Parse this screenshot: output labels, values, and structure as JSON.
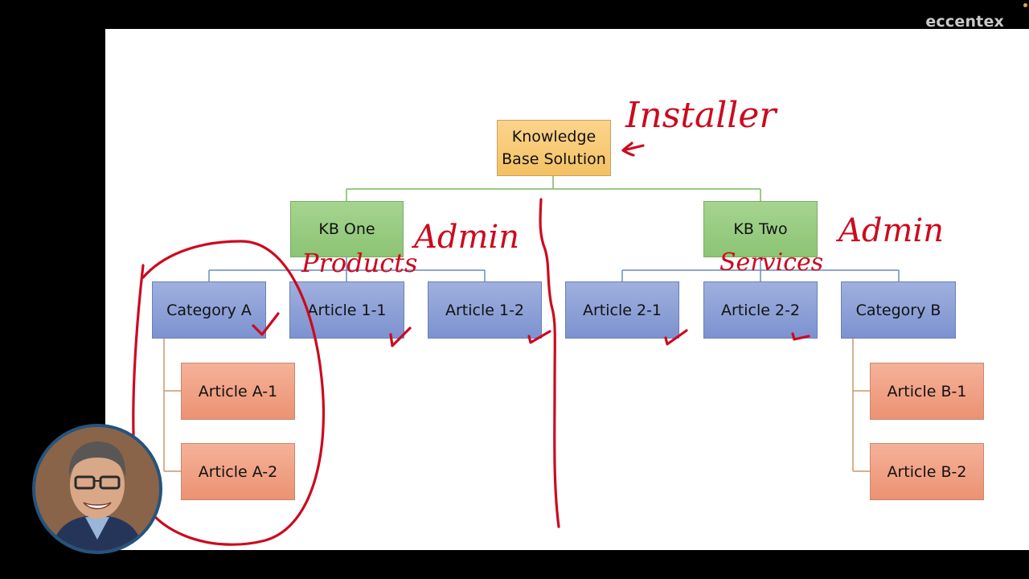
{
  "brand": {
    "name": "eccentex"
  },
  "slide": {
    "root": {
      "label": "Knowledge Base Solution",
      "line1": "Knowledge",
      "line2": "Base Solution"
    },
    "knowledge_bases": [
      {
        "label": "KB One"
      },
      {
        "label": "KB Two"
      }
    ],
    "level2": [
      {
        "label": "Category A"
      },
      {
        "label": "Article 1-1"
      },
      {
        "label": "Article 1-2"
      },
      {
        "label": "Article 2-1"
      },
      {
        "label": "Article 2-2"
      },
      {
        "label": "Category B"
      }
    ],
    "level3_a": [
      {
        "label": "Article A-1"
      },
      {
        "label": "Article A-2"
      }
    ],
    "level3_b": [
      {
        "label": "Article B-1"
      },
      {
        "label": "Article B-2"
      }
    ],
    "colors": {
      "root": "#f4c163",
      "kb": "#8cc474",
      "level2": "#8a9dd6",
      "level3": "#ef9c7c",
      "ink": "#cc0a1e",
      "connector_root": "#7ab862",
      "connector_kb": "#6a8cba",
      "connector_cat": "#c8996c"
    }
  },
  "annotations": {
    "installer": "Installer",
    "admin_left": "Admin",
    "admin_right": "Admin",
    "products": "Products",
    "services": "Services"
  },
  "presenter": {
    "avatar_icon": "presenter-avatar"
  }
}
